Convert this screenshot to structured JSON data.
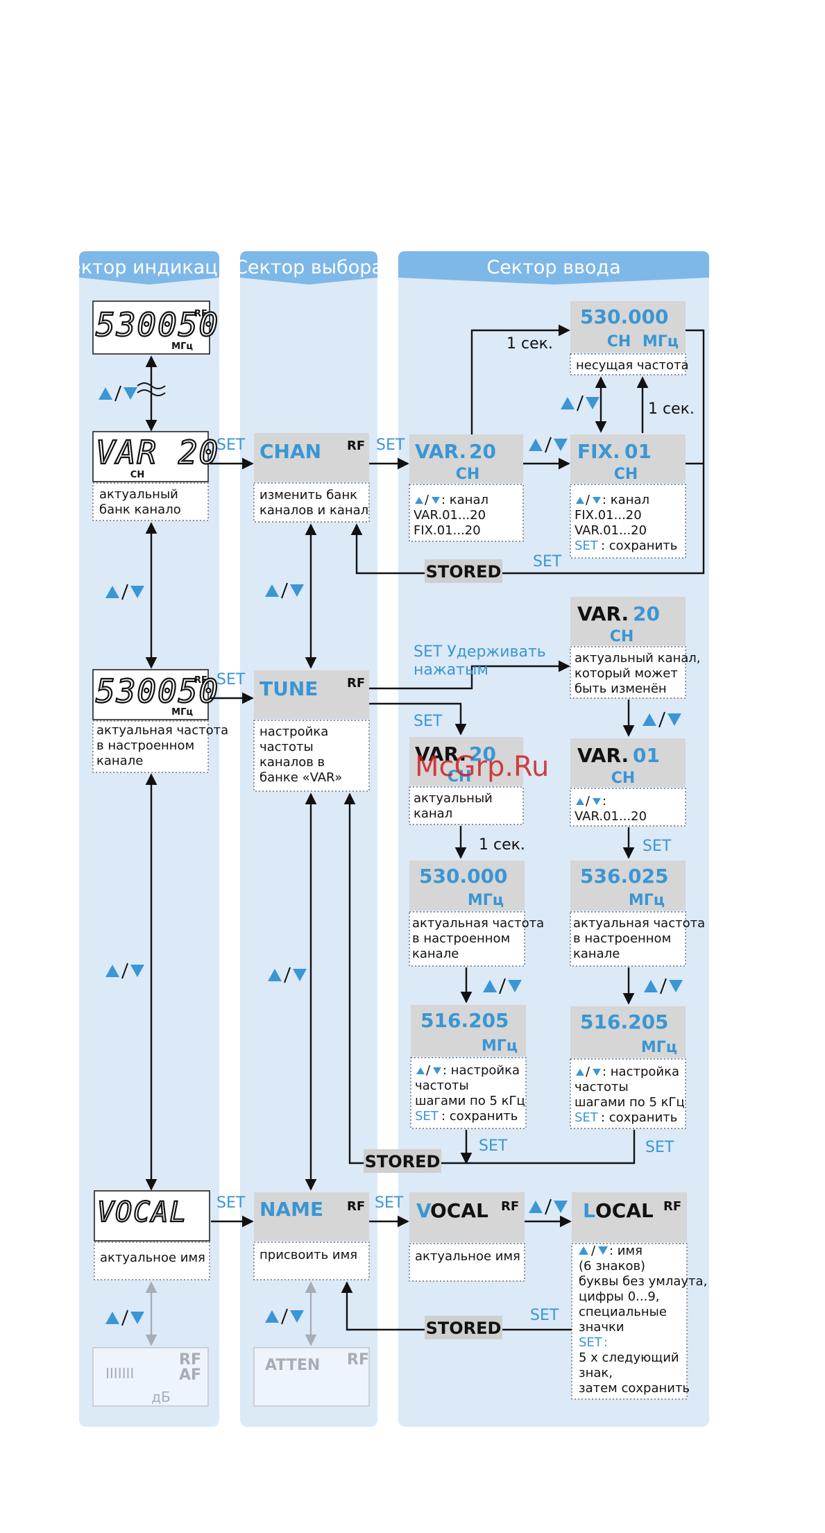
{
  "columns": {
    "display": "Сектор индикации",
    "select": "Сектор выбора",
    "input": "Сектор ввода"
  },
  "units": {
    "rf": "RF",
    "af": "AF",
    "mhz": "МГц",
    "ch": "CH",
    "ch_small": "CH",
    "db": "дБ",
    "bar": "IIIIIII"
  },
  "display_sector": {
    "freq_display": "530050",
    "var_display": "VAR 20",
    "var_caption": [
      "актуальный",
      "банк канало"
    ],
    "freq_caption": [
      "актуальная частота",
      "в настроенном",
      "канале"
    ],
    "name_display": "VOCAL",
    "name_caption": "актуальное имя"
  },
  "select_sector": {
    "chan": {
      "title": "CHAN",
      "caption": [
        "изменить банк",
        "каналов и канал"
      ]
    },
    "tune": {
      "title": "TUNE",
      "caption": [
        "настройка",
        "частоты",
        "каналов в",
        "банке «VAR»"
      ]
    },
    "name": {
      "title": "NAME",
      "caption": "присвоить имя"
    },
    "atten": {
      "title": "ATTEN"
    }
  },
  "input_sector": {
    "var20": {
      "title": "VAR.",
      "num": "20",
      "lines": [
        ": канал",
        "VAR.01...20",
        "FIX.01...20"
      ]
    },
    "fix01": {
      "title": "FIX.",
      "num": "01",
      "lines": [
        ": канал",
        "FIX.01...20",
        "VAR.01...20"
      ],
      "save": ": сохранить"
    },
    "carrier": {
      "value": "530.000",
      "caption": "несущая частота"
    },
    "hold": {
      "title": "VAR.",
      "num": "20",
      "caption": [
        "актуальный канал,",
        "который может",
        "быть изменён"
      ]
    },
    "actual_ch": {
      "title": "VAR.",
      "num": "20",
      "caption": [
        "актуальный",
        "канал"
      ]
    },
    "var01": {
      "title": "VAR.",
      "num": "01",
      "line2": "VAR.01...20"
    },
    "freq_left": {
      "value": "530.000",
      "caption": [
        "актуальная частота",
        "в настроенном",
        "канале"
      ]
    },
    "freq_right": {
      "value": "536.025",
      "caption": [
        "актуальная частота",
        "в настроенном",
        "канале"
      ]
    },
    "tune_left": {
      "value": "516.205",
      "caption": [
        ": настройка",
        "частоты",
        "шагами по 5 кГц"
      ],
      "save": ": сохранить"
    },
    "tune_right": {
      "value": "516.205",
      "caption": [
        ": настройка",
        "частоты",
        "шагами по 5 кГц"
      ],
      "save": ": сохранить"
    },
    "vocal": {
      "first": "V",
      "rest": "OCAL",
      "caption": "актуальное имя"
    },
    "local": {
      "first": "L",
      "rest": "OCAL",
      "lines": [
        ": имя",
        "(6 знаков)",
        "буквы без умлаута,",
        "цифры 0...9,",
        "специальные",
        "значки"
      ],
      "set_suffix": ":",
      "after": [
        "5 x следующий",
        "знак,",
        "затем сохранить"
      ]
    }
  },
  "labels": {
    "set": "SET",
    "stored": "STORED",
    "one_sec": "1 сек.",
    "set_hold_1": "SET Удерживать",
    "set_hold_2": "нажатым",
    "slash": "/"
  },
  "watermark": "McGrp.Ru",
  "colors": {
    "accent": "#3a96d4",
    "column_bg": "#dce9f7",
    "column_head": "#7db8e8",
    "box_grey": "#d6d6d6"
  }
}
